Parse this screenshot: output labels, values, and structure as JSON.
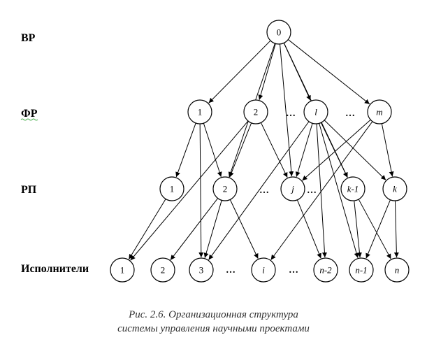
{
  "levels": [
    {
      "id": "vr",
      "label": "ВР"
    },
    {
      "id": "fr",
      "label": "ФР"
    },
    {
      "id": "rp",
      "label": "РП"
    },
    {
      "id": "ispolniteli",
      "label": "Исполнители"
    }
  ],
  "nodes": [
    {
      "id": "vr_0",
      "label": "0",
      "italic": false
    },
    {
      "id": "fr_1",
      "label": "1",
      "italic": false
    },
    {
      "id": "fr_2",
      "label": "2",
      "italic": false
    },
    {
      "id": "fr_l",
      "label": "l",
      "italic": true
    },
    {
      "id": "fr_m",
      "label": "m",
      "italic": true
    },
    {
      "id": "rp_1",
      "label": "1",
      "italic": false
    },
    {
      "id": "rp_2",
      "label": "2",
      "italic": false
    },
    {
      "id": "rp_j",
      "label": "j",
      "italic": true
    },
    {
      "id": "rp_k1",
      "label": "k-1",
      "italic": true
    },
    {
      "id": "rp_k",
      "label": "k",
      "italic": true
    },
    {
      "id": "ex_1",
      "label": "1",
      "italic": false
    },
    {
      "id": "ex_2",
      "label": "2",
      "italic": false
    },
    {
      "id": "ex_3",
      "label": "3",
      "italic": false
    },
    {
      "id": "ex_i",
      "label": "i",
      "italic": true
    },
    {
      "id": "ex_n2",
      "label": "n-2",
      "italic": true
    },
    {
      "id": "ex_n1",
      "label": "n-1",
      "italic": true
    },
    {
      "id": "ex_n",
      "label": "n",
      "italic": true
    }
  ],
  "edges": [
    [
      "vr_0",
      "fr_1"
    ],
    [
      "vr_0",
      "fr_2"
    ],
    [
      "vr_0",
      "fr_l"
    ],
    [
      "vr_0",
      "fr_m"
    ],
    [
      "vr_0",
      "rp_2"
    ],
    [
      "vr_0",
      "rp_j"
    ],
    [
      "vr_0",
      "rp_k1"
    ],
    [
      "fr_1",
      "rp_1"
    ],
    [
      "fr_1",
      "rp_2"
    ],
    [
      "fr_1",
      "ex_3"
    ],
    [
      "fr_2",
      "rp_2"
    ],
    [
      "fr_2",
      "rp_j"
    ],
    [
      "fr_2",
      "ex_1"
    ],
    [
      "fr_l",
      "rp_j"
    ],
    [
      "fr_l",
      "rp_k1"
    ],
    [
      "fr_l",
      "rp_k"
    ],
    [
      "fr_l",
      "ex_n2"
    ],
    [
      "fr_l",
      "ex_n1"
    ],
    [
      "fr_l",
      "ex_3"
    ],
    [
      "fr_m",
      "rp_k"
    ],
    [
      "fr_m",
      "rp_j"
    ],
    [
      "fr_m",
      "ex_i"
    ],
    [
      "rp_1",
      "ex_1"
    ],
    [
      "rp_2",
      "ex_2"
    ],
    [
      "rp_2",
      "ex_3"
    ],
    [
      "rp_2",
      "ex_i"
    ],
    [
      "rp_j",
      "ex_n2"
    ],
    [
      "rp_k1",
      "ex_n1"
    ],
    [
      "rp_k1",
      "ex_n"
    ],
    [
      "rp_k",
      "ex_n"
    ],
    [
      "rp_k",
      "ex_n1"
    ]
  ],
  "ellipsis": "…",
  "caption": {
    "line1": "Рис. 2.6. Организационная структура",
    "line2": "системы управления научными проектами"
  }
}
